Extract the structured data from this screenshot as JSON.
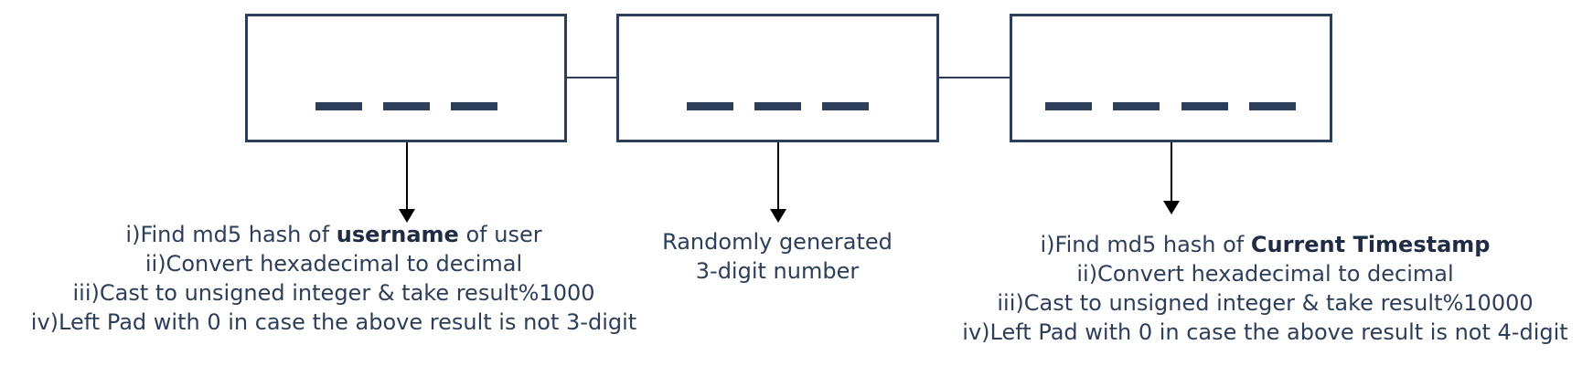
{
  "diagram": {
    "boxes": [
      {
        "slots": 3
      },
      {
        "slots": 3
      },
      {
        "slots": 4
      }
    ],
    "captions": [
      {
        "lines": [
          {
            "before": "i)Find md5 hash of ",
            "bold": "username",
            "after": " of user"
          },
          {
            "text": "ii)Convert hexadecimal to decimal"
          },
          {
            "text": "iii)Cast to unsigned integer & take result%1000"
          },
          {
            "text": "iv)Left Pad with 0 in case the above result is not 3-digit"
          }
        ]
      },
      {
        "lines": [
          {
            "text": "Randomly generated"
          },
          {
            "text": "3-digit number"
          }
        ]
      },
      {
        "lines": [
          {
            "before": "i)Find md5 hash of ",
            "bold": "Current Timestamp",
            "after": ""
          },
          {
            "text": "ii)Convert hexadecimal to decimal"
          },
          {
            "text": "iii)Cast to unsigned integer & take result%10000"
          },
          {
            "text": "iv)Left Pad with 0 in case the above result is not 4-digit"
          }
        ]
      }
    ]
  }
}
